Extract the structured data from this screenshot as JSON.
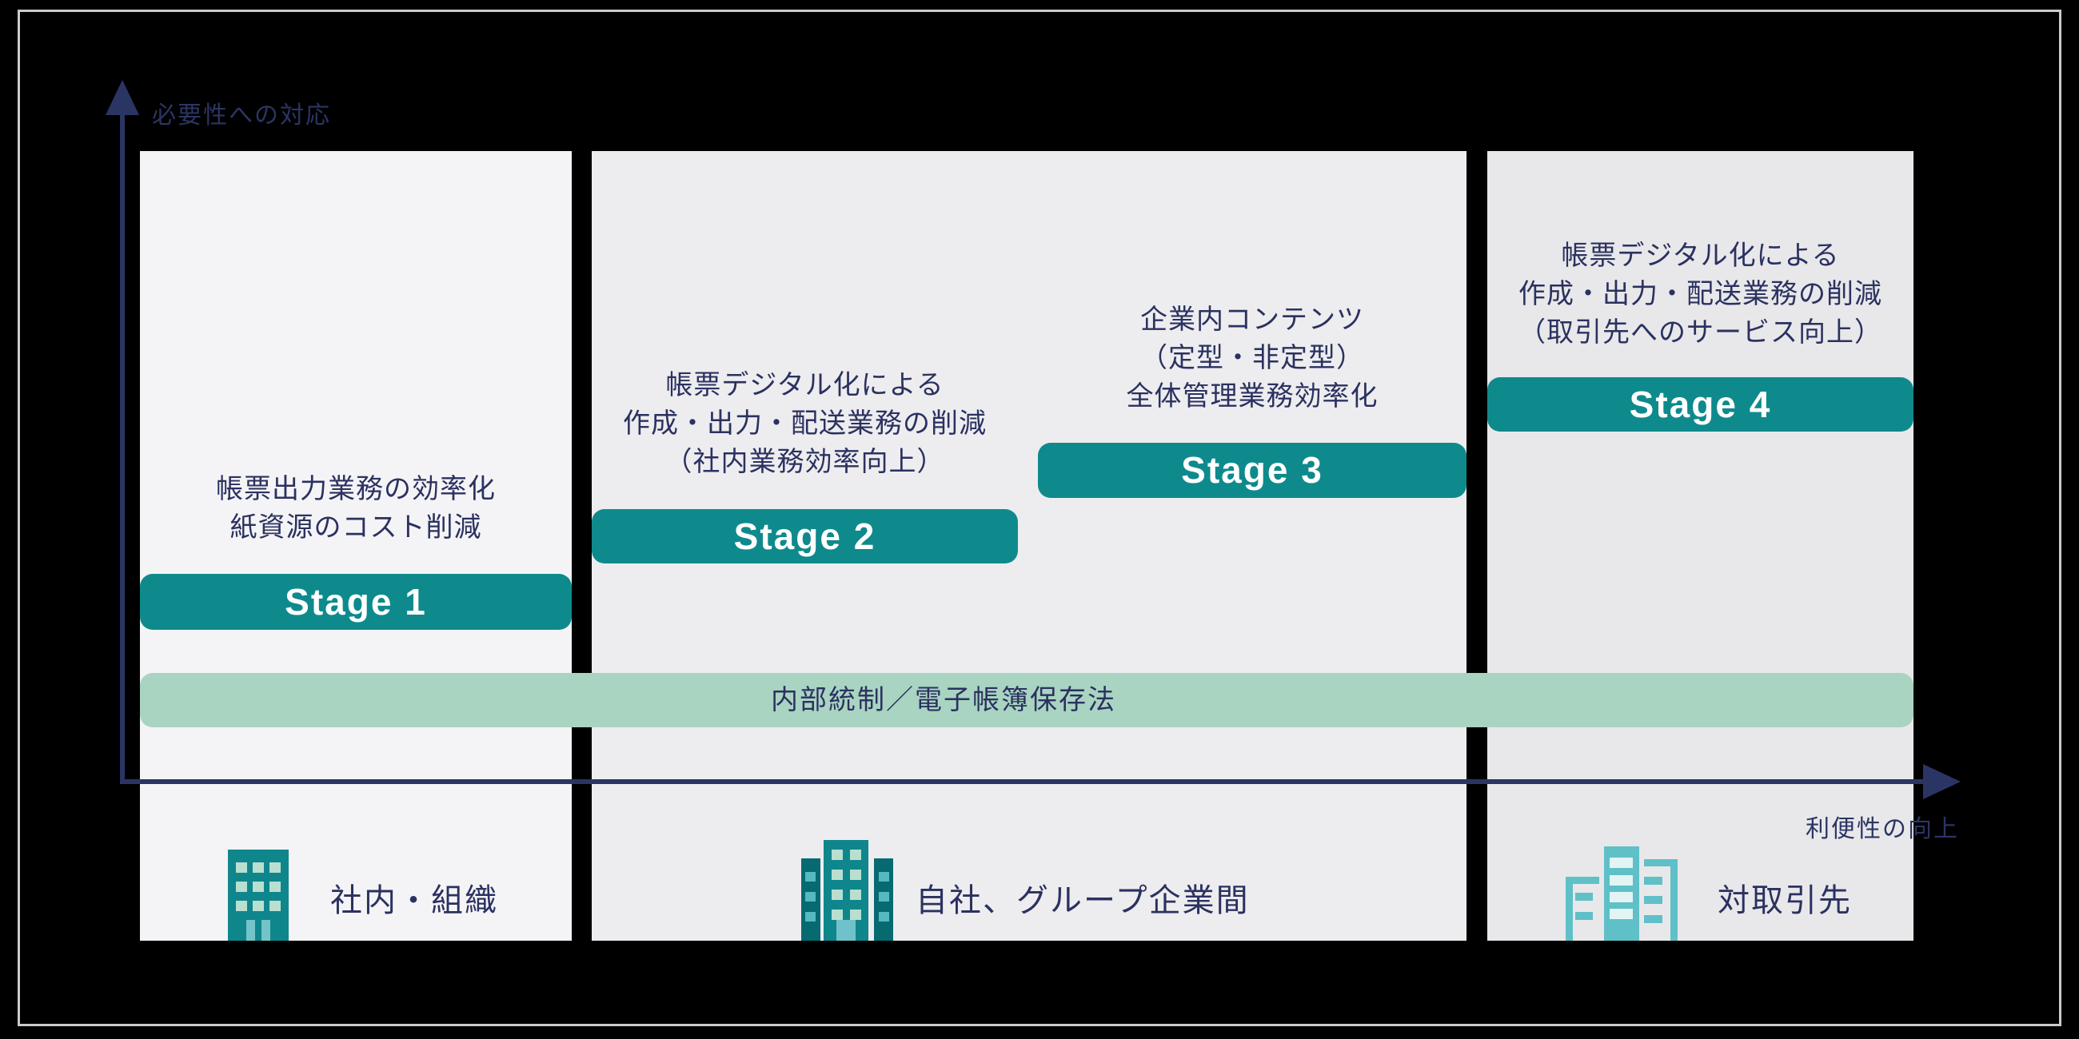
{
  "axes": {
    "y_label": "必要性への対応",
    "x_label": "利便性の向上"
  },
  "stages": [
    {
      "label": "Stage 1",
      "desc": [
        "帳票出力業務の効率化",
        "紙資源のコスト削減"
      ]
    },
    {
      "label": "Stage 2",
      "desc": [
        "帳票デジタル化による",
        "作成・出力・配送業務の削減",
        "（社内業務効率向上）"
      ]
    },
    {
      "label": "Stage 3",
      "desc": [
        "企業内コンテンツ",
        "（定型・非定型）",
        "全体管理業務効率化"
      ]
    },
    {
      "label": "Stage 4",
      "desc": [
        "帳票デジタル化による",
        "作成・出力・配送業務の削減",
        "（取引先へのサービス向上）"
      ]
    }
  ],
  "band": {
    "label": "内部統制／電子帳簿保存法"
  },
  "bottom_items": [
    {
      "icon": "building-single-icon",
      "label": "社内・組織"
    },
    {
      "icon": "building-group-icon",
      "label": "自社、グループ企業間"
    },
    {
      "icon": "building-partner-icon",
      "label": "対取引先"
    }
  ],
  "colors": {
    "background": "#000000",
    "frame_border": "#cbcbcd",
    "panel_stage1": "#f4f4f6",
    "panel_stage2_3": "#ededef",
    "panel_stage4": "#e8e8ea",
    "stage_button_teal": "#0e8a8d",
    "stage_button_text": "#ffffff",
    "band_green": "#a9d4c1",
    "text_navy": "#2b3160",
    "axis_navy": "#2b3563",
    "icon_teal": "#0f868c",
    "icon_dark_teal": "#076a71",
    "icon_light_teal": "#5fc0c8",
    "icon_window_mint": "#b9dfd0",
    "icon_window_cyan": "#55b9c1",
    "icon_door_teal": "#6fc2ca"
  }
}
